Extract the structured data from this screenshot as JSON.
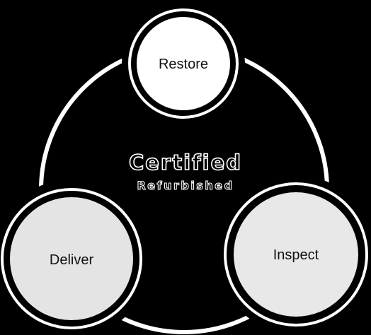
{
  "diagram": {
    "center": {
      "title": "Certified",
      "subtitle": "Refurbished"
    },
    "nodes": [
      {
        "id": "restore",
        "label": "Restore"
      },
      {
        "id": "inspect",
        "label": "Inspect"
      },
      {
        "id": "deliver",
        "label": "Deliver"
      }
    ],
    "colors": {
      "background": "#000000",
      "ring": "#ffffff",
      "restore_fill": "#ffffff",
      "inspect_fill": "#e8e8e8",
      "deliver_fill": "#e4e4e4",
      "text": "#111111"
    }
  }
}
